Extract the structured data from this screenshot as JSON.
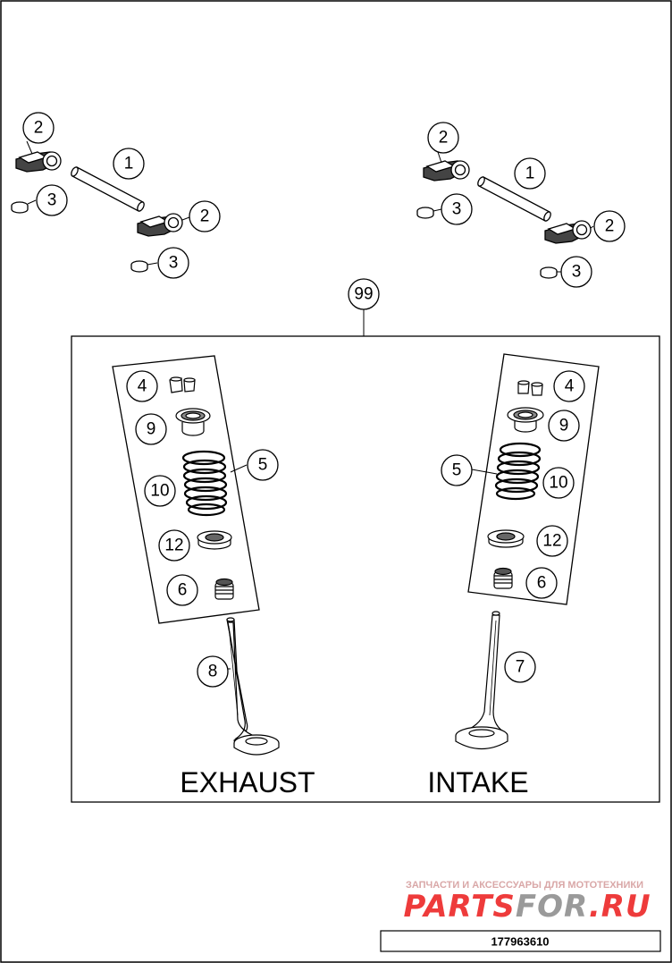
{
  "callouts": {
    "n1": "1",
    "n2": "2",
    "n3": "3",
    "n4": "4",
    "n5": "5",
    "n6": "6",
    "n7": "7",
    "n8": "8",
    "n9": "9",
    "n10": "10",
    "n12": "12",
    "n99": "99"
  },
  "labels": {
    "exhaust": "EXHAUST",
    "intake": "INTAKE"
  },
  "footer": {
    "part_number": "177963610"
  },
  "watermark": {
    "top_text": "ЗАПЧАСТИ И АКСЕССУАРЫ ДЛЯ МОТОТЕХНИКИ",
    "brand_red_1": "PARTS",
    "brand_gray": "FOR",
    "brand_red_2": ".RU"
  }
}
